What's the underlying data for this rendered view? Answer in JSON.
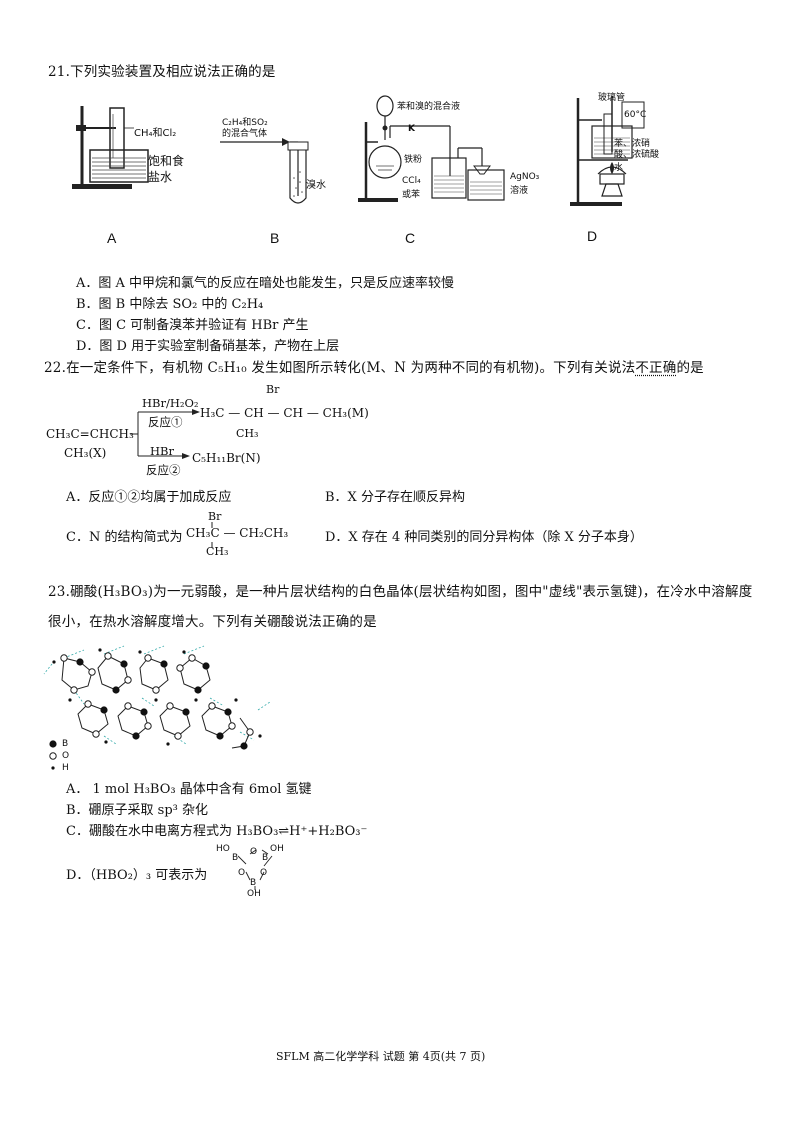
{
  "q21": {
    "stem": "21.下列实验装置及相应说法正确的是",
    "figA": {
      "gas": "CH₄和Cl₂",
      "liquid1": "饱和食",
      "liquid2": "盐水",
      "label": "A"
    },
    "figB": {
      "gas1": "C₂H₄和SO₂",
      "gas2": "的混合气体",
      "liquid": "溴水",
      "label": "B"
    },
    "figC": {
      "top": "苯和溴的混合液",
      "valve": "K",
      "iron": "铁粉",
      "ccl4a": "CCl₄",
      "ccl4b": "或苯",
      "agno3a": "AgNO₃",
      "agno3b": "溶液",
      "label": "C"
    },
    "figD": {
      "tube": "玻璃管",
      "temp": "60°C",
      "mix1": "苯、浓硝",
      "mix2": "酸、浓硫酸",
      "water": "水",
      "label": "D"
    },
    "options": [
      "A．图 A 中甲烷和氯气的反应在暗处也能发生，只是反应速率较慢",
      "B．图 B 中除去 SO₂ 中的 C₂H₄",
      "C．图 C 可制备溴苯并验证有 HBr 产生",
      "D．图 D 用于实验室制备硝基苯，产物在上层"
    ]
  },
  "q22": {
    "stem_a": "22.在一定条件下，有机物 C₅H₁₀ 发生如图所示转化(M、N 为两种不同的有机物)。下列有关说法",
    "stem_b": "不正确",
    "stem_c": "的是",
    "scheme": {
      "reactant_main": "CH₃C=CHCH₃",
      "reactant_sub": "CH₃(X)",
      "reagent1": "HBr/H₂O₂",
      "cond1": "反应①",
      "product1_main": "H₃C — CH — CH — CH₃(M)",
      "product1_br": "Br",
      "product1_ch3": "CH₃",
      "reagent2": "HBr",
      "cond2": "反应②",
      "product2": "C₅H₁₁Br(N)"
    },
    "options": {
      "A": "A．反应①②均属于加成反应",
      "B": "B．X 分子存在顺反异构",
      "C_prefix": "C．N 的结构简式为",
      "C_br": "Br",
      "C_chain": "CH₃C — CH₂CH₃",
      "C_ch3": "CH₃",
      "D": "D．X 存在 4 种同类别的同分异构体（除 X 分子本身）"
    }
  },
  "q23": {
    "stem1": "23.硼酸(H₃BO₃)为一元弱酸，是一种片层状结构的白色晶体(层状结构如图，图中\"虚线\"表示氢键)，在冷水中溶解度",
    "stem2": "很小，在热水溶解度增大。下列有关硼酸说法正确的是",
    "legend": {
      "B": "B",
      "O": "O",
      "H": "H"
    },
    "options": [
      "A．  1 mol H₃BO₃ 晶体中含有 6mol 氢键",
      "B．硼原子采取 sp³ 杂化",
      "C．硼酸在水中电离方程式为 H₃BO₃⇌H⁺+H₂BO₃⁻"
    ],
    "optD_prefix": "D．（HBO₂）₃ 可表示为",
    "ring": {
      "oh_top_left": "HO",
      "b": "B",
      "oh_top_right": "OH",
      "o": "O",
      "oh_bottom": "OH"
    }
  },
  "footer": "SFLM 高二化学学科   试题   第 4页(共 7 页)"
}
